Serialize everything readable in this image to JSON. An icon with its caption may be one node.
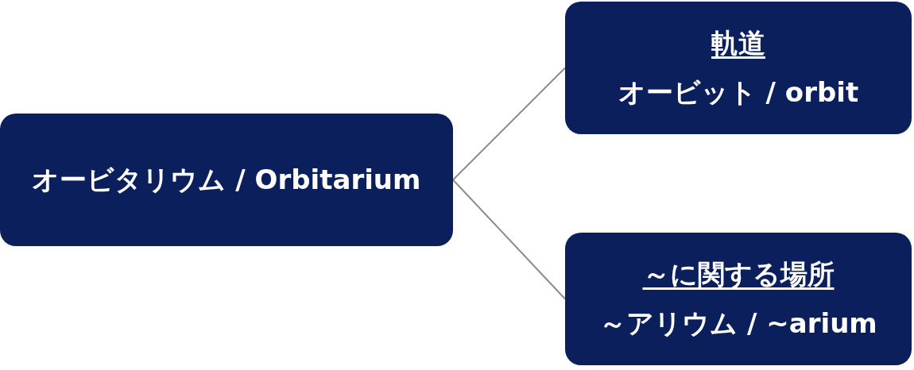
{
  "diagram": {
    "nodes": [
      {
        "text": [
          "オービタリウム / Orbitarium"
        ]
      },
      {
        "text": [
          "軌道",
          "オービット / orbit"
        ]
      },
      {
        "text": [
          "～に関する場所",
          "～アリウム / ~arium"
        ]
      }
    ],
    "edges": [
      {
        "from": 0,
        "to": 1,
        "arrow": "none"
      },
      {
        "from": 0,
        "to": 2,
        "arrow": "none"
      }
    ]
  }
}
